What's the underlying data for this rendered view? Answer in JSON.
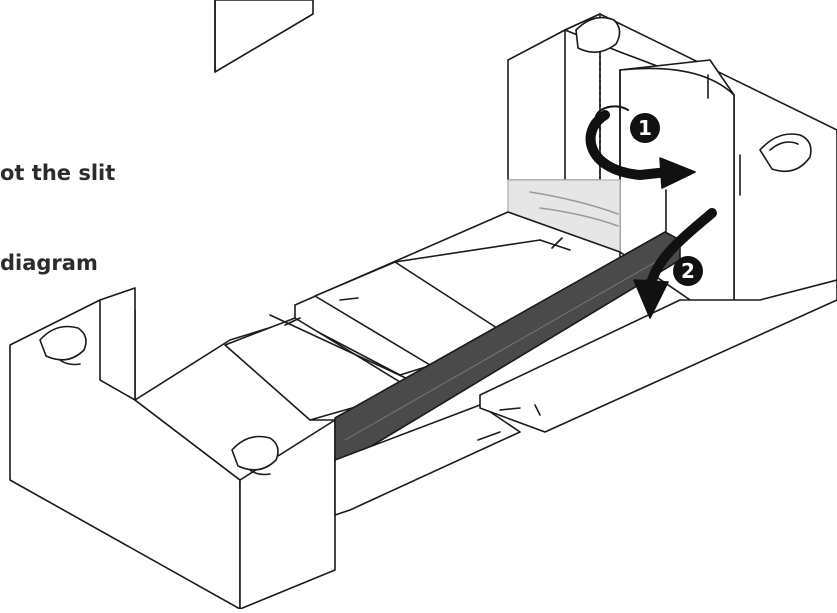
{
  "caption": {
    "line1": "ot the slit",
    "line2": "diagram"
  },
  "steps": [
    {
      "label": "1"
    },
    {
      "label": "2"
    }
  ],
  "colors": {
    "outline": "#1a1a1a",
    "insert_dark": "#4a4a4a",
    "shadow_gray": "#e6e6e6",
    "paper": "#ffffff"
  },
  "icons": [
    "rotate-arrow-icon",
    "curved-arrow-icon",
    "hinge-clip-icon"
  ]
}
